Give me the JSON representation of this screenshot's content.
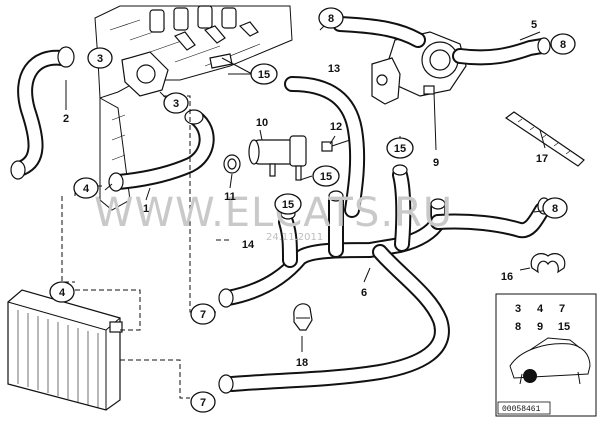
{
  "diagram": {
    "callouts": [
      "3",
      "3",
      "15",
      "15",
      "15",
      "15",
      "7",
      "7",
      "4",
      "4",
      "8",
      "8",
      "8"
    ],
    "plain_labels": [
      "2",
      "5",
      "1",
      "10",
      "12",
      "13",
      "11",
      "14",
      "6",
      "9",
      "17",
      "16",
      "18"
    ],
    "watermark": "WWW.ELCATS.RU",
    "watermark_date": "24.11.2011",
    "legend": {
      "row1": [
        "3",
        "4",
        "7"
      ],
      "row2": [
        "8",
        "9",
        "15"
      ]
    },
    "diagram_code": "00058461"
  }
}
